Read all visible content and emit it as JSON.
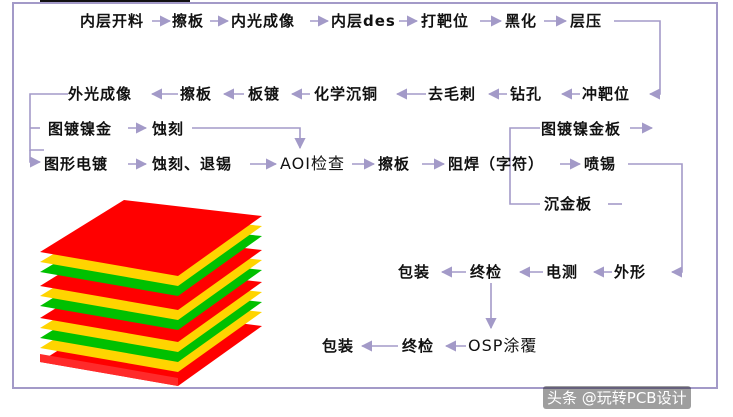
{
  "row1": [
    "内层开料",
    "擦板",
    "内光成像",
    "内层des",
    "打靶位",
    "黑化",
    "层压"
  ],
  "row2": [
    "外光成像",
    "擦板",
    "板镀",
    "化学沉铜",
    "去毛刺",
    "钻孔",
    "冲靶位"
  ],
  "row3a": [
    "图镀镍金",
    "蚀刻"
  ],
  "row3b": [
    "图形电镀",
    "蚀刻、退锡",
    "AOI检查",
    "擦板",
    "阻焊（字符）",
    "喷锡"
  ],
  "branch_top": "图镀镍金板",
  "branch_bottom": "沉金板",
  "row4": [
    "包装",
    "终检",
    "电测",
    "外形"
  ],
  "row5": [
    "包装",
    "终检",
    "OSP涂覆"
  ],
  "watermark": "头条 @玩转PCB设计",
  "colors": {
    "arrow": "#a39ac8",
    "frame": "#a39ac8",
    "layer_red": "#ff0000",
    "layer_green": "#00c000",
    "layer_yellow": "#ffd400"
  }
}
